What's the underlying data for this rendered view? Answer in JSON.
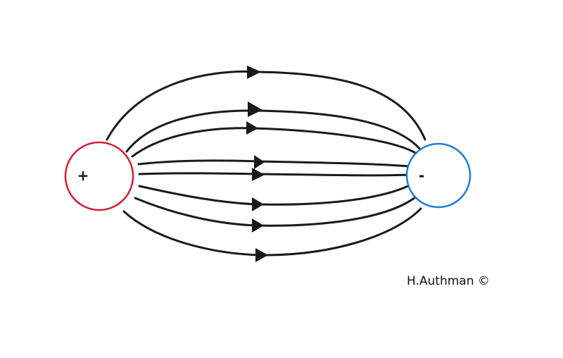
{
  "diagram": {
    "colors": {
      "line": "#1a1a1a",
      "positive": "#d81b35",
      "negative": "#1b7fd4"
    },
    "charges": [
      {
        "name": "positive-charge",
        "symbol": "+"
      },
      {
        "name": "negative-charge",
        "symbol": "-"
      }
    ],
    "signature": "H.Authman ©"
  }
}
